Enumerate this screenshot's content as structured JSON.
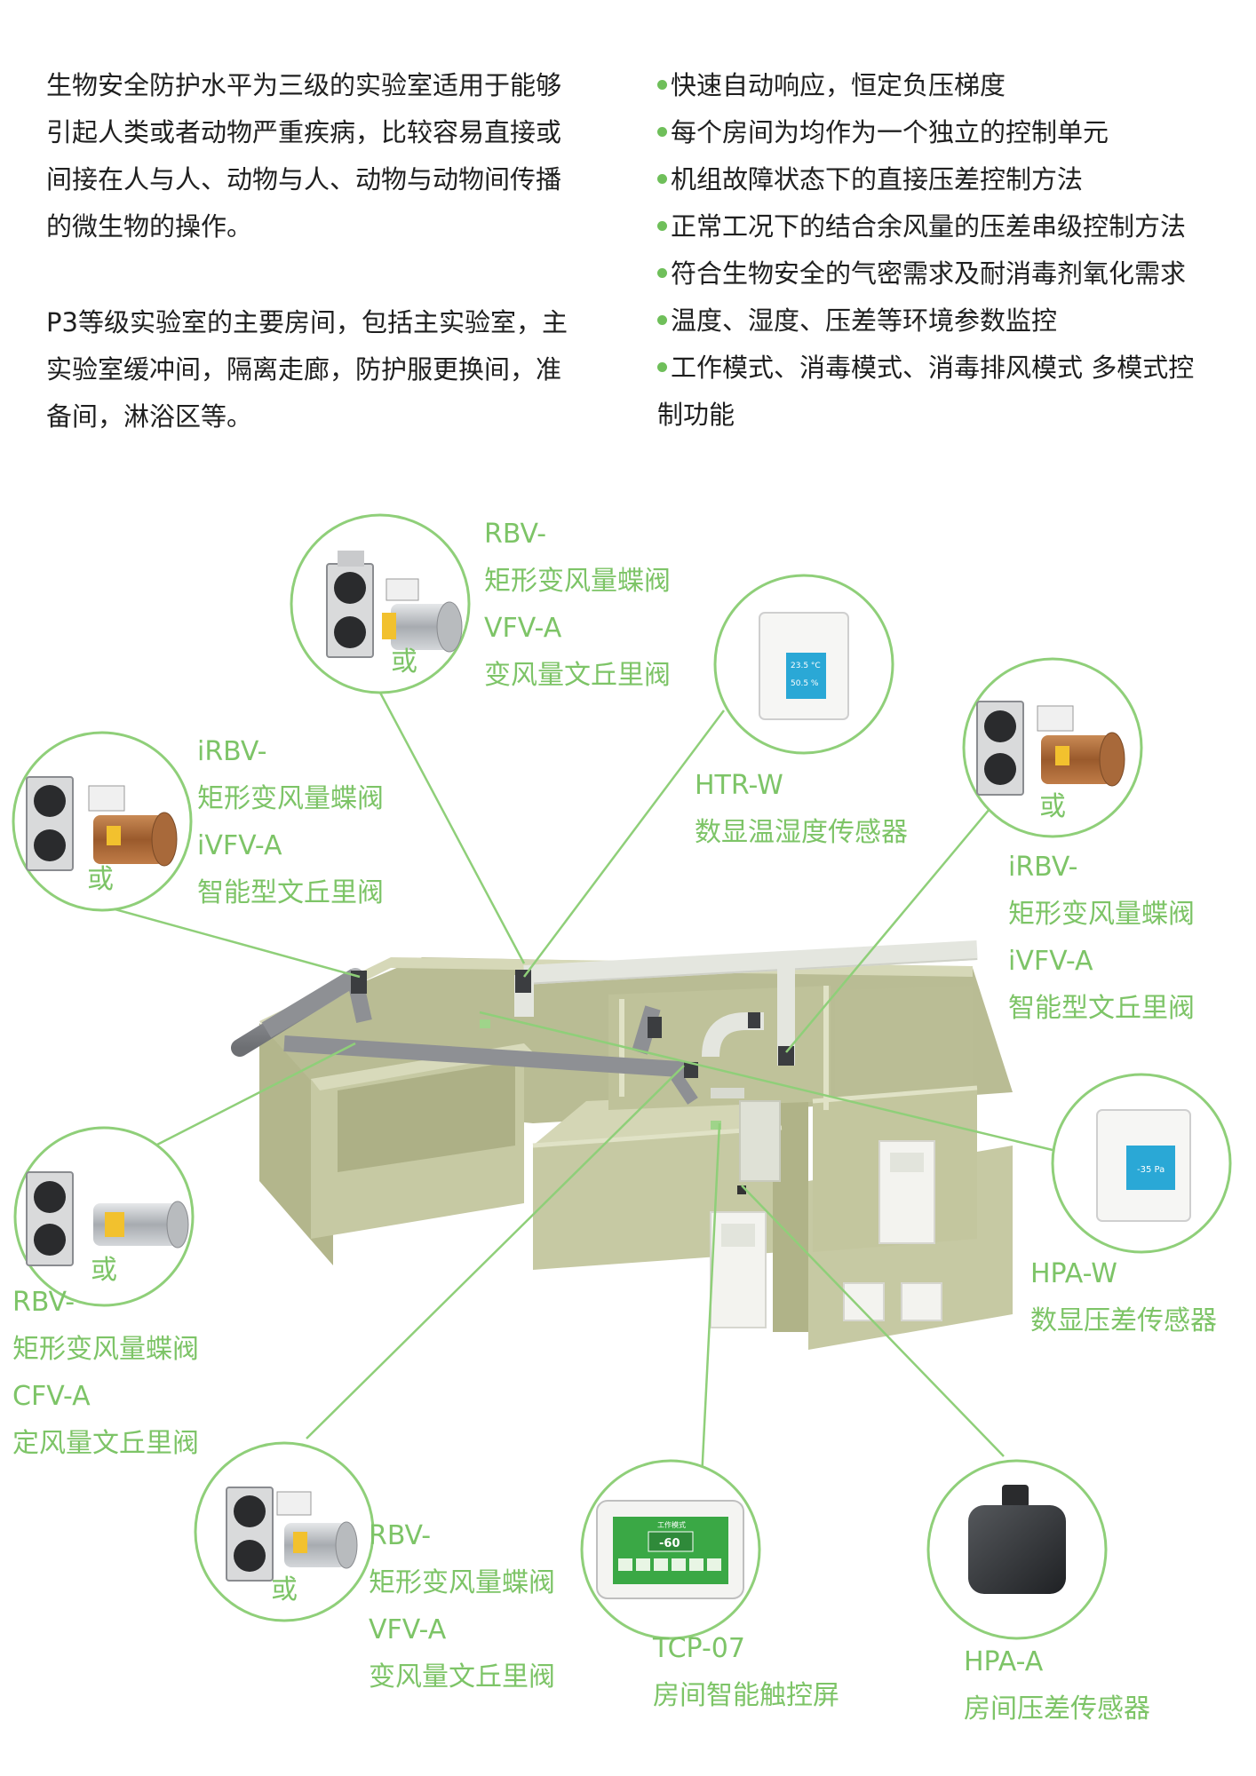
{
  "intro": {
    "paragraph1": [
      "生物安全防护水平为三级的实验室适用于能够",
      "引起人类或者动物严重疾病，比较容易直接或",
      "间接在人与人、动物与人、动物与动物间传播",
      "的微生物的操作。"
    ],
    "paragraph2": [
      "P3等级实验室的主要房间，包括主实验室，主",
      "实验室缓冲间，隔离走廊，防护服更换间，准",
      "备间，淋浴区等。"
    ]
  },
  "features": [
    "快速自动响应，恒定负压梯度",
    "每个房间为均作为一个独立的控制单元",
    "机组故障状态下的直接压差控制方法",
    "正常工况下的结合余风量的压差串级控制方法",
    "符合生物安全的气密需求及耐消毒剂氧化需求",
    "温度、湿度、压差等环境参数监控",
    "工作模式、消毒模式、消毒排风模式 多模式控"
  ],
  "features_cont": "制功能",
  "colors": {
    "accent": "#7dc467",
    "dot": "#6fbf5a",
    "wall": "#c6c9a3",
    "floor": "#b9bc94",
    "pipe_gray": "#8e9094",
    "pipe_white": "#e4e6df"
  },
  "devices": {
    "top_center": {
      "code": "RBV-",
      "name": "矩形变风量蝶阀",
      "code2": "VFV-A",
      "name2": "变风量文丘里阀",
      "or": "或"
    },
    "htr": {
      "code": "HTR-W",
      "name": "数显温湿度传感器",
      "temp": "23.5 °C",
      "hum": "50.5 %"
    },
    "left_upper": {
      "code": "iRBV-",
      "name": "矩形变风量蝶阀",
      "code2": "iVFV-A",
      "name2": "智能型文丘里阀",
      "or": "或"
    },
    "right_upper": {
      "code": "iRBV-",
      "name": "矩形变风量蝶阀",
      "code2": "iVFV-A",
      "name2": "智能型文丘里阀",
      "or": "或"
    },
    "left_lower": {
      "code": "RBV-",
      "name": "矩形变风量蝶阀",
      "code2": "CFV-A",
      "name2": "定风量文丘里阀",
      "or": "或"
    },
    "hpa_w": {
      "code": "HPA-W",
      "name": "数显压差传感器",
      "reading": "-35 Pa"
    },
    "bottom_left": {
      "code": "RBV-",
      "name": "矩形变风量蝶阀",
      "code2": "VFV-A",
      "name2": "变风量文丘里阀",
      "or": "或"
    },
    "tcp": {
      "code": "TCP-07",
      "name": "房间智能触控屏",
      "screen_title": "工作模式",
      "screen_value": "-60"
    },
    "hpa_a": {
      "code": "HPA-A",
      "name": "房间压差传感器"
    }
  }
}
